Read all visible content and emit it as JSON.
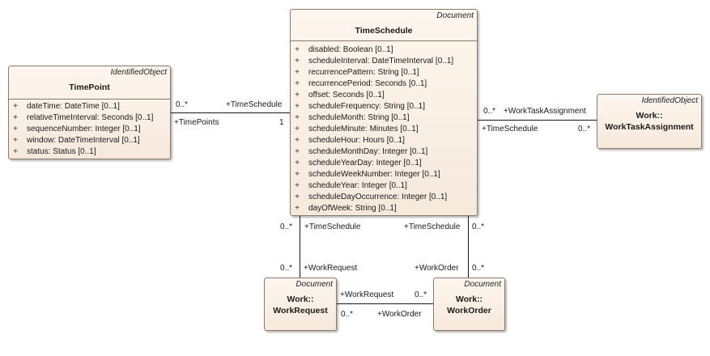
{
  "classes": {
    "time_schedule": {
      "stereotype": "Document",
      "name": "TimeSchedule",
      "attributes": [
        "disabled: Boolean [0..1]",
        "scheduleInterval: DateTimeInterval [0..1]",
        "recurrencePattern: String [0..1]",
        "recurrencePeriod: Seconds [0..1]",
        "offset: Seconds [0..1]",
        "scheduleFrequency: String [0..1]",
        "scheduleMonth: String [0..1]",
        "scheduleMinute: Minutes [0..1]",
        "scheduleHour: Hours [0..1]",
        "scheduleMonthDay: Integer [0..1]",
        "scheduleYearDay: Integer [0..1]",
        "scheduleWeekNumber: Integer [0..1]",
        "scheduleYear: Integer [0..1]",
        "scheduleDayOccurrence: Integer [0..1]",
        "dayOfWeek: String [0..1]"
      ]
    },
    "time_point": {
      "stereotype": "IdentifiedObject",
      "name": "TimePoint",
      "attributes": [
        "dateTime: DateTime [0..1]",
        "relativeTimeInterval: Seconds [0..1]",
        "sequenceNumber: Integer [0..1]",
        "window: DateTimeInterval [0..1]",
        "status: Status [0..1]"
      ]
    },
    "work_task_assignment": {
      "stereotype": "IdentifiedObject",
      "name_line1": "Work::",
      "name_line2": "WorkTaskAssignment"
    },
    "work_request": {
      "stereotype": "Document",
      "name_line1": "Work::",
      "name_line2": "WorkRequest"
    },
    "work_order": {
      "stereotype": "Document",
      "name_line1": "Work::",
      "name_line2": "WorkOrder"
    }
  },
  "attribute_marker": "+",
  "associations": {
    "timepoint_timeschedule": {
      "near_timepoint_mult": "0..*",
      "near_timepoint_role": "+TimePoints",
      "near_schedule_role": "+TimeSchedule",
      "near_schedule_mult": "1"
    },
    "schedule_worktask": {
      "near_schedule_mult": "0..*",
      "near_schedule_role": "+TimeSchedule",
      "near_task_role": "+WorkTaskAssignment",
      "near_task_mult": "0..*"
    },
    "schedule_workrequest": {
      "near_schedule_mult": "0..*",
      "near_schedule_role": "+TimeSchedule",
      "near_request_mult": "0..*",
      "near_request_role": "+WorkRequest"
    },
    "schedule_workorder": {
      "near_schedule_role": "+TimeSchedule",
      "near_schedule_mult": "0..*",
      "near_order_role": "+WorkOrder",
      "near_order_mult": "0..*"
    },
    "request_order": {
      "near_request_role": "+WorkRequest",
      "near_request_mult": "0..*",
      "near_order_mult": "0..*",
      "near_order_role": "+WorkOrder"
    }
  }
}
